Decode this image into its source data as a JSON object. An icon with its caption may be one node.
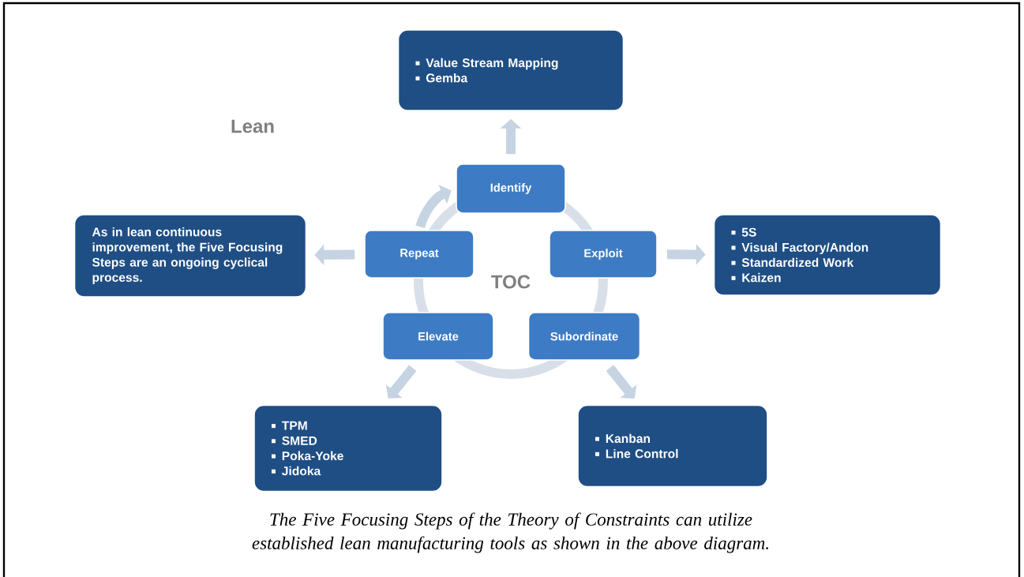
{
  "diagram": {
    "caption": "The Five Focusing Steps of the Theory of Constraints can utilize established lean manufacturing tools as shown in the above diagram.",
    "nodes": [
      {
        "text": [
          "Value Stream Mapping",
          "Gemba"
        ]
      },
      {
        "text": [
          "Identify"
        ]
      },
      {
        "text": [
          "Exploit"
        ]
      },
      {
        "text": [
          "Subordinate"
        ]
      },
      {
        "text": [
          "Elevate"
        ]
      },
      {
        "text": [
          "Repeat"
        ]
      },
      {
        "text": [
          "As in lean continuous improvement, the Five Focusing Steps are an ongoing cyclical process."
        ]
      },
      {
        "text": [
          "5S",
          "Visual Factory/Andon",
          "Standardized Work",
          "Kaizen"
        ]
      },
      {
        "text": [
          "TPM",
          "SMED",
          "Poka-Yoke",
          "Jidoka"
        ]
      },
      {
        "text": [
          "Kanban",
          "Line Control"
        ]
      }
    ],
    "edges": [
      {
        "from": 1,
        "to": 0,
        "arrow": "to"
      },
      {
        "from": 2,
        "to": 7,
        "arrow": "to"
      },
      {
        "from": 3,
        "to": 9,
        "arrow": "to"
      },
      {
        "from": 4,
        "to": 8,
        "arrow": "to"
      },
      {
        "from": 5,
        "to": 6,
        "arrow": "to"
      },
      {
        "from": 5,
        "to": 1,
        "arrow": "to"
      }
    ],
    "labels": [
      "Lean",
      "TOC"
    ]
  }
}
